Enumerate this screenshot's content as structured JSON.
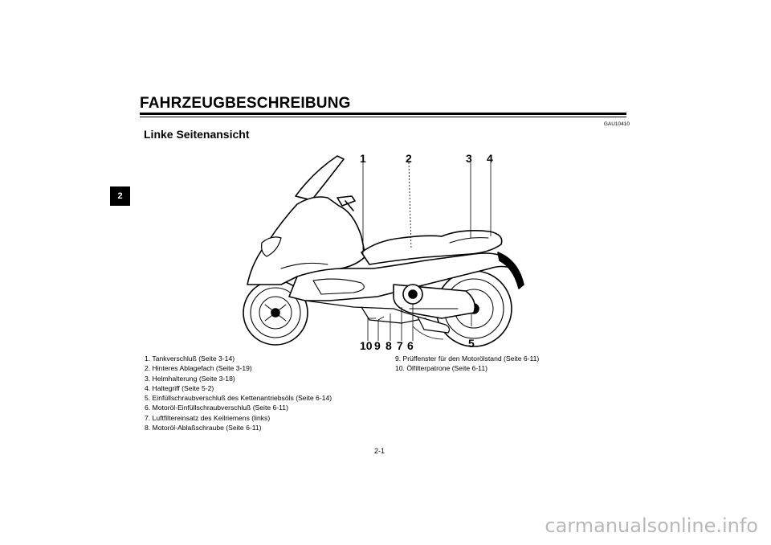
{
  "chapter_tab": "2",
  "header": {
    "title": "FAHRZEUGBESCHREIBUNG",
    "code": "GAU10410",
    "subtitle": "Linke Seitenansicht"
  },
  "callouts": [
    {
      "id": "c1",
      "label": "1"
    },
    {
      "id": "c2",
      "label": "2"
    },
    {
      "id": "c3",
      "label": "3"
    },
    {
      "id": "c4",
      "label": "4"
    },
    {
      "id": "c5",
      "label": "5"
    },
    {
      "id": "c6",
      "label": "6"
    },
    {
      "id": "c7",
      "label": "7"
    },
    {
      "id": "c8",
      "label": "8"
    },
    {
      "id": "c9",
      "label": "9"
    },
    {
      "id": "c10",
      "label": "10"
    }
  ],
  "legend": [
    "1. Tankverschluß (Seite 3-14)",
    "2. Hinteres Ablagefach (Seite 3-19)",
    "3. Helmhalterung (Seite 3-18)",
    "4. Haltegriff (Seite 5-2)",
    "5. Einfüllschraubverschluß des Kettenantriebsöls (Seite 6-14)",
    "6. Motoröl-Einfüllschraubverschluß (Seite 6-11)",
    "7. Luftfiltereinsatz des Keilriemens (links)",
    "8. Motoröl-Ablaßschraube (Seite 6-11)",
    "9. Prüffenster für den Motorölstand (Seite 6-11)",
    "10. Ölfilterpatrone (Seite 6-11)"
  ],
  "page_number": "2-1",
  "watermark": "carmanualsonline.info"
}
